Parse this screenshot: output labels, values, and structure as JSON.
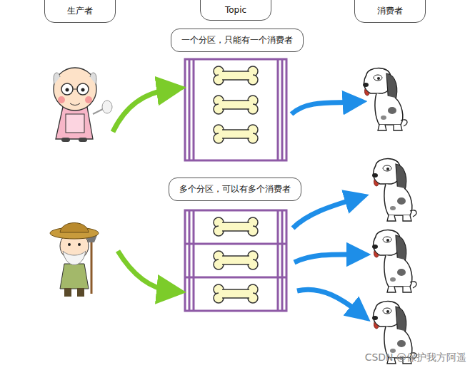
{
  "diagram": {
    "nodes": [
      {
        "text": [
          "生产者"
        ]
      },
      {
        "text": [
          "Topic"
        ]
      },
      {
        "text": [
          "消费者"
        ]
      },
      {
        "text": [
          "一个分区，只能有一个消费者"
        ]
      },
      {
        "text": [
          "多个分区，可以有多个消费者"
        ]
      }
    ],
    "labels": [
      "CSDN @保护我方阿遥"
    ]
  }
}
